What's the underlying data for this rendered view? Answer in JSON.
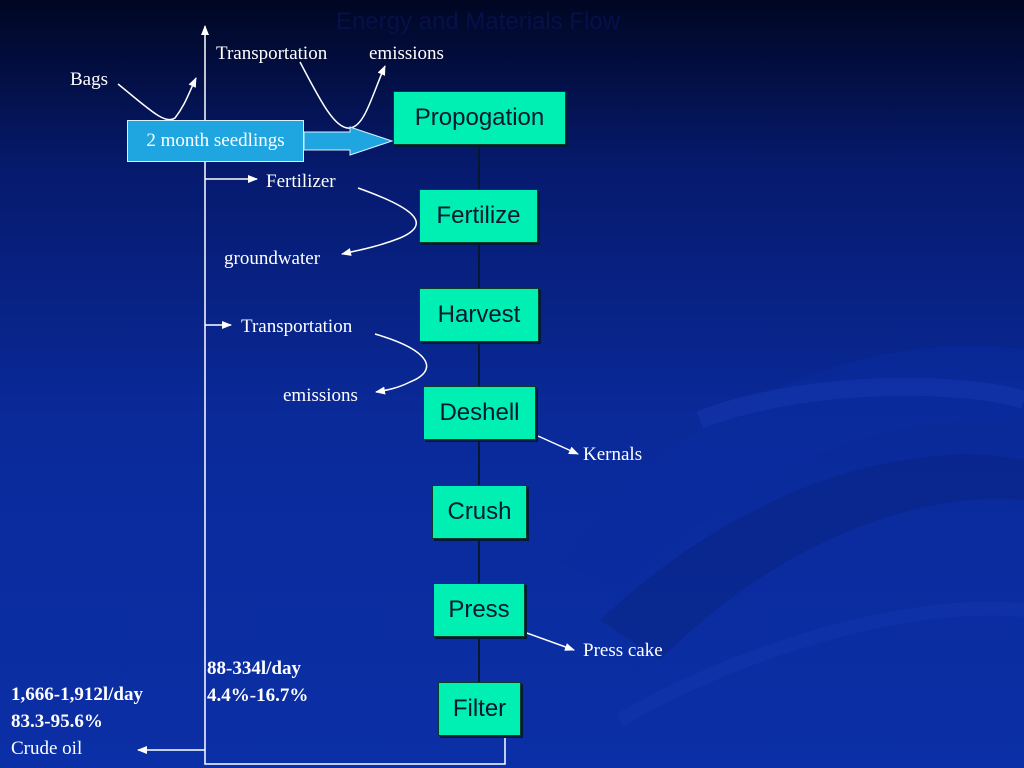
{
  "title": "Energy and Materials Flow",
  "steps": [
    "Propogation",
    "Fertilize",
    "Harvest",
    "Deshell",
    "Crush",
    "Press",
    "Filter"
  ],
  "inputs": {
    "bags": "Bags",
    "transportation_top": "Transportation",
    "emissions_top": "emissions",
    "seedlings": "2 month seedlings",
    "fertilizer": "Fertilizer",
    "groundwater": "groundwater",
    "transportation_mid": "Transportation",
    "emissions_mid": "emissions"
  },
  "outputs": {
    "kernals": "Kernals",
    "press_cake": "Press cake"
  },
  "energy": {
    "internal_volume": "88-334l/day",
    "internal_percent": "4.4%-16.7%",
    "crude_volume": "1,666-1,912l/day",
    "crude_percent": "83.3-95.6%",
    "crude_label": "Crude oil"
  },
  "colors": {
    "box_fill": "#00f0b4",
    "seedling_fill": "#1fa6e0",
    "line": "#ffffff",
    "spine": "#041830"
  }
}
